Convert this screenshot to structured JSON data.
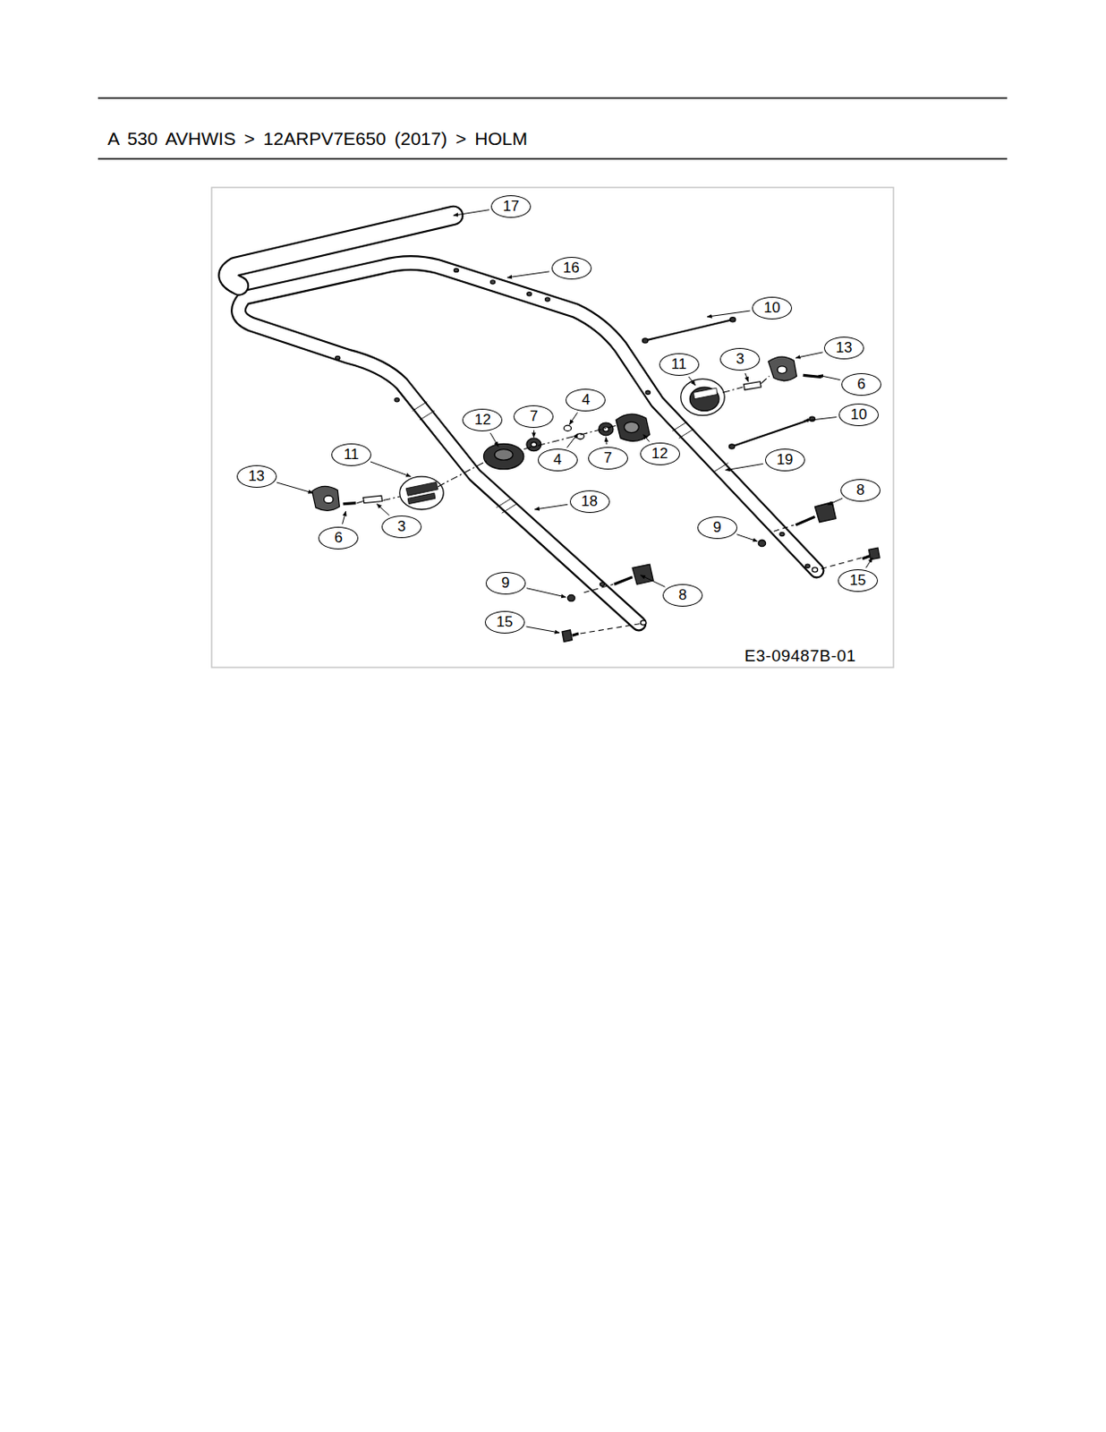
{
  "diagram": {
    "title": "A 530 AVHWIS > 12ARPV7E650 (2017) > HOLM",
    "nodes": [
      {
        "text": [
          "17"
        ]
      },
      {
        "text": [
          "16"
        ]
      },
      {
        "text": [
          "10"
        ]
      },
      {
        "text": [
          "13"
        ]
      },
      {
        "text": [
          "3"
        ]
      },
      {
        "text": [
          "11"
        ]
      },
      {
        "text": [
          "6"
        ]
      },
      {
        "text": [
          "4"
        ]
      },
      {
        "text": [
          "7"
        ]
      },
      {
        "text": [
          "12"
        ]
      },
      {
        "text": [
          "10"
        ]
      },
      {
        "text": [
          "11"
        ]
      },
      {
        "text": [
          "4"
        ]
      },
      {
        "text": [
          "7"
        ]
      },
      {
        "text": [
          "12"
        ]
      },
      {
        "text": [
          "19"
        ]
      },
      {
        "text": [
          "13"
        ]
      },
      {
        "text": [
          "8"
        ]
      },
      {
        "text": [
          "18"
        ]
      },
      {
        "text": [
          "9"
        ]
      },
      {
        "text": [
          "3"
        ]
      },
      {
        "text": [
          "6"
        ]
      },
      {
        "text": [
          "15"
        ]
      },
      {
        "text": [
          "9"
        ]
      },
      {
        "text": [
          "8"
        ]
      },
      {
        "text": [
          "15"
        ]
      }
    ],
    "labels": [
      "E3-09487B-01"
    ]
  }
}
